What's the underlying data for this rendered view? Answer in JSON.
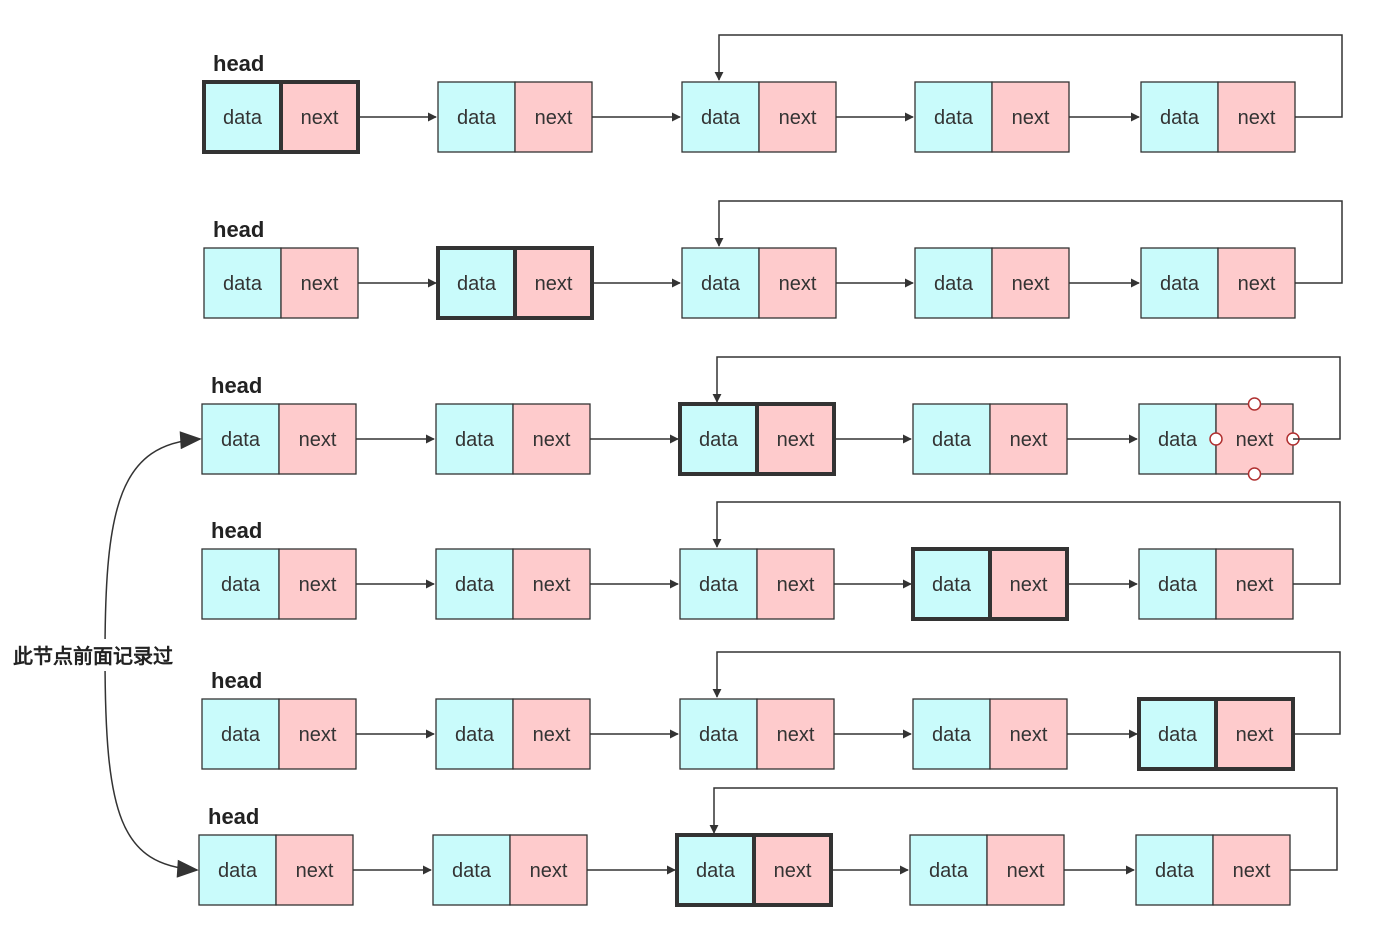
{
  "labels": {
    "data": "data",
    "next": "next",
    "head": "head"
  },
  "note": "此节点前面记录过",
  "colors": {
    "data_fill": "#c9fbfb",
    "next_fill": "#fecbcc",
    "border": "#333333"
  },
  "rows": [
    {
      "head_label": "head",
      "node_count": 5,
      "highlighted_node": 1,
      "cycle_target_node": 3
    },
    {
      "head_label": "head",
      "node_count": 5,
      "highlighted_node": 2,
      "cycle_target_node": 3
    },
    {
      "head_label": "head",
      "node_count": 5,
      "highlighted_node": 3,
      "cycle_target_node": 3,
      "selected_node": 5
    },
    {
      "head_label": "head",
      "node_count": 5,
      "highlighted_node": 4,
      "cycle_target_node": 3
    },
    {
      "head_label": "head",
      "node_count": 5,
      "highlighted_node": 5,
      "cycle_target_node": 3
    },
    {
      "head_label": "head",
      "node_count": 5,
      "highlighted_node": 3,
      "cycle_target_node": 3
    }
  ]
}
